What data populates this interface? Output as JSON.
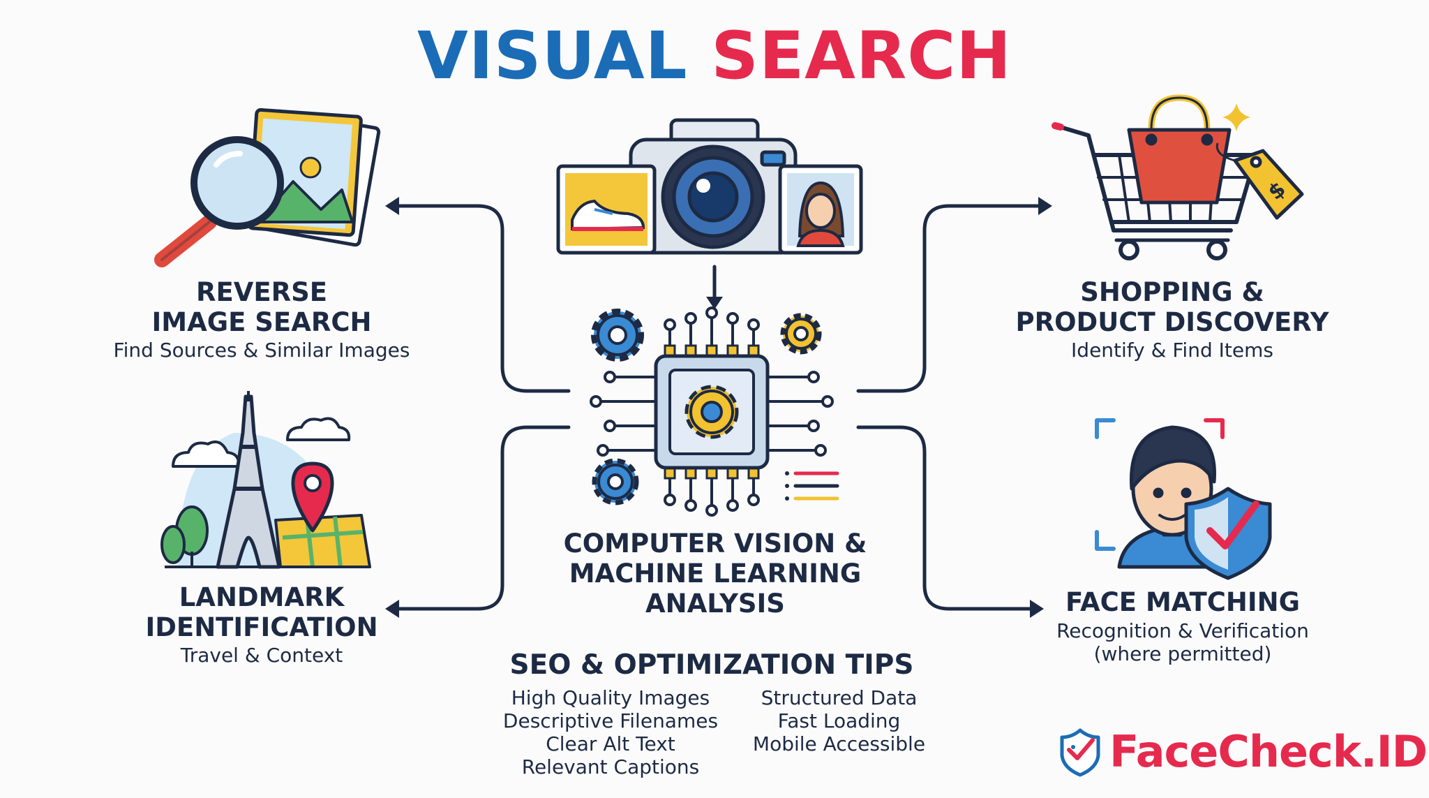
{
  "title": {
    "word1": "VISUAL",
    "word2": "SEARCH"
  },
  "nodes": {
    "reverse": {
      "line1": "REVERSE",
      "line2": "IMAGE SEARCH",
      "sub": "Find Sources & Similar Images"
    },
    "landmark": {
      "line1": "LANDMARK",
      "line2": "IDENTIFICATION",
      "sub": "Travel & Context"
    },
    "center": {
      "line1": "COMPUTER VISION &",
      "line2": "MACHINE LEARNING",
      "line3": "ANALYSIS"
    },
    "shopping": {
      "line1": "SHOPPING &",
      "line2": "PRODUCT DISCOVERY",
      "sub": "Identify & Find Items"
    },
    "face": {
      "line1": "FACE MATCHING",
      "sub1": "Recognition & Verification",
      "sub2": "(where permitted)"
    }
  },
  "seo": {
    "title": "SEO & OPTIMIZATION TIPS",
    "left": [
      "High Quality Images",
      "Descriptive Filenames",
      "Clear Alt Text",
      "Relevant Captions"
    ],
    "right": [
      "Structured Data",
      "Fast Loading",
      "Mobile Accessible"
    ]
  },
  "brand": {
    "name": "FaceCheck.ID"
  },
  "icons": [
    "magnifier-photo-icon",
    "camera-icon",
    "shoe-photo-icon",
    "woman-photo-icon",
    "shopping-cart-icon",
    "bag-icon",
    "price-tag-icon",
    "sparkle-icon",
    "chip-icon",
    "gear-icon",
    "eiffel-tower-icon",
    "map-pin-icon",
    "cloud-icon",
    "face-icon",
    "shield-check-icon",
    "brand-shield-icon"
  ],
  "colors": {
    "blue": "#1b6cb6",
    "red": "#e62a4d",
    "navy": "#1d2a44",
    "yellow": "#f2c230"
  }
}
